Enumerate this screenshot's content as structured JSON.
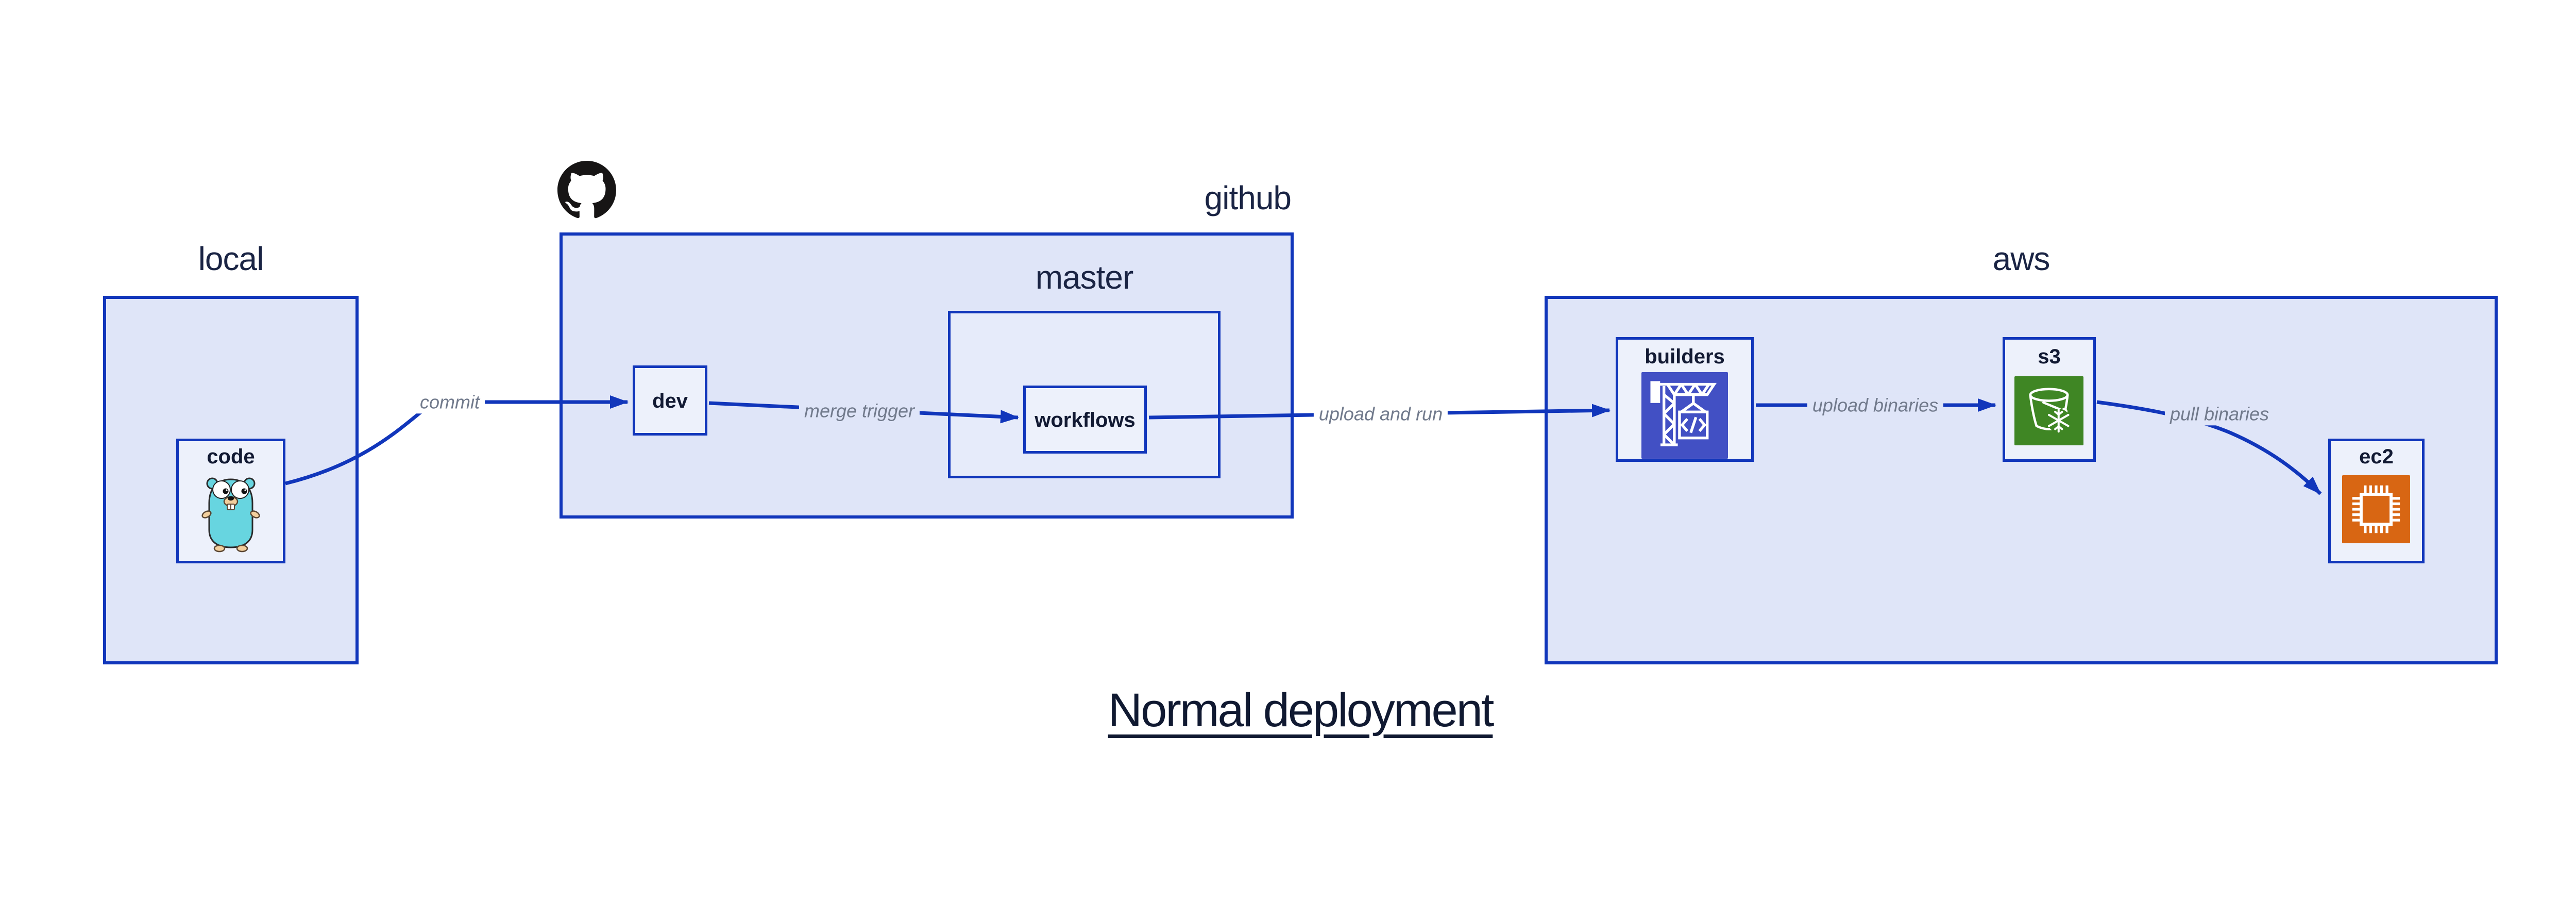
{
  "title": "Normal deployment",
  "groups": {
    "local": "local",
    "github": "github",
    "master": "master",
    "aws": "aws"
  },
  "nodes": {
    "code": "code",
    "dev": "dev",
    "workflows": "workflows",
    "builders": "builders",
    "s3": "s3",
    "ec2": "ec2"
  },
  "edges": {
    "commit": "commit",
    "merge_trigger": "merge trigger",
    "upload_and_run": "upload and run",
    "upload_binaries": "upload binaries",
    "pull_binaries": "pull binaries"
  },
  "icons": {
    "github_logo": "github-octocat-logo",
    "code": "go-gopher-mascot",
    "builders": "aws-codebuild-crane",
    "s3": "aws-s3-bucket-snowflake",
    "ec2": "aws-ec2-chip"
  },
  "colors": {
    "line_blue": "#1136bb",
    "group_fill": "#dfe5f8",
    "node_fill": "#edf1fb",
    "master_fill": "#e6ebfa",
    "text_navy": "#121a33",
    "edge_label_gray": "#717a8c",
    "codebuild_indigo": "#4250c4",
    "s3_green": "#3f8624",
    "ec2_orange": "#d86613",
    "github_black": "#171515",
    "gopher_teal": "#67d5e0"
  }
}
